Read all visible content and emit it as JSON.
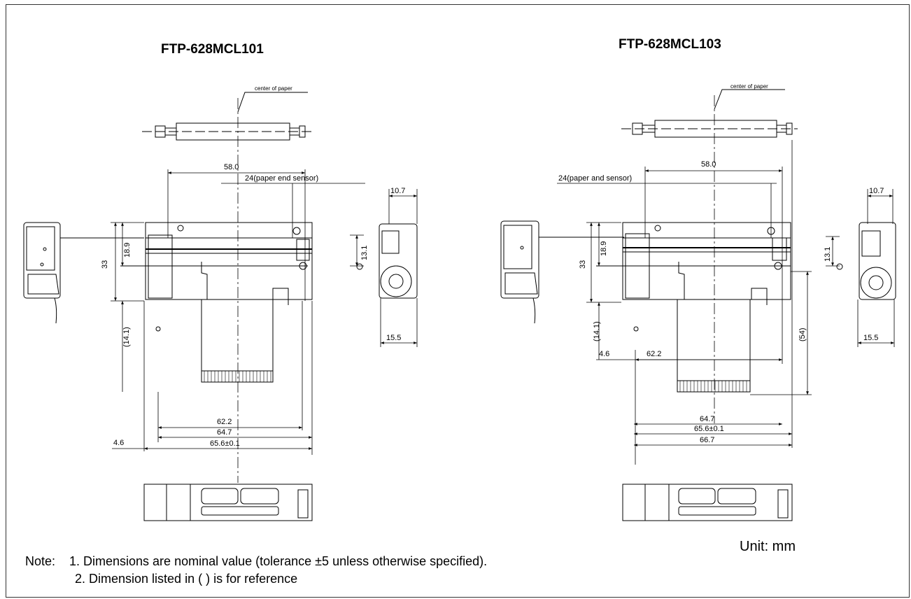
{
  "titles": {
    "left": "FTP-628MCL101",
    "right": "FTP-628MCL103"
  },
  "callouts": {
    "center_of_paper": "center of paper"
  },
  "left_dims": {
    "width_58": "58.0",
    "sensor": "24(paper end sensor)",
    "d10_7": "10.7",
    "d18_9": "18.9",
    "d33": "33",
    "d13_1": "13.1",
    "d14_1": "(14.1)",
    "d15_5": "15.5",
    "d62_2": "62.2",
    "d64_7": "64.7",
    "d4_6": "4.6",
    "d65_6": "65.6±0.1"
  },
  "right_dims": {
    "width_58": "58.0",
    "sensor": "24(paper and sensor)",
    "d10_7": "10.7",
    "d18_9": "18.9",
    "d33": "33",
    "d13_1": "13.1",
    "d14_1": "(14.1)",
    "d4_6": "4.6",
    "d62_2": "62.2",
    "d54": "(54)",
    "d15_5": "15.5",
    "d64_7": "64.7",
    "d65_6": "65.6±0.1",
    "d66_7": "66.7"
  },
  "notes": {
    "prefix": "Note:",
    "line1": "1. Dimensions are nominal value (tolerance ±5 unless otherwise specified).",
    "line2": "2. Dimension listed in ( ) is for reference"
  },
  "unit": "Unit: mm"
}
